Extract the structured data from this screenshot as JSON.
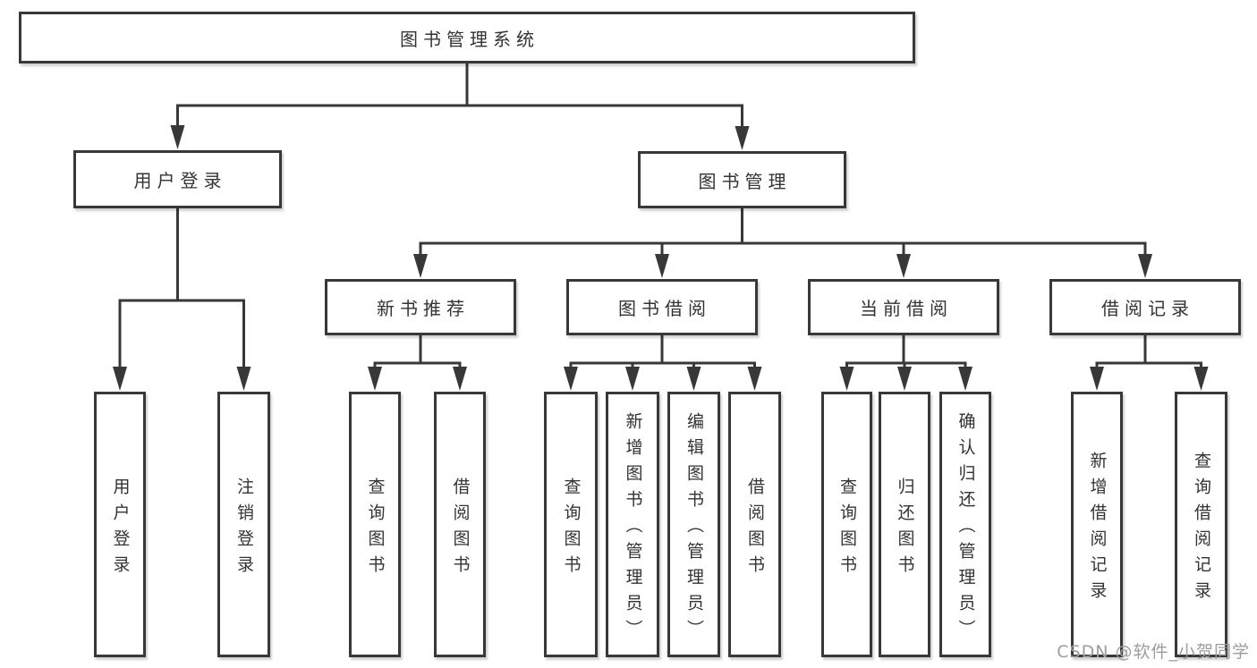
{
  "diagram": {
    "watermark": "CSDN @软件_小贺同学",
    "colors": {
      "line": "#383838",
      "box_border": "#383838",
      "box_fill": "#ffffff",
      "text": "#333333",
      "watermark_text": "#9d9d9d",
      "background": "#ffffff"
    },
    "root": {
      "id": "root",
      "label": "图书管理系统",
      "orientation": "horizontal",
      "children": [
        {
          "id": "user-login",
          "label": "用户登录",
          "orientation": "horizontal",
          "children": [
            {
              "id": "user-login-action",
              "label": "用户登录",
              "orientation": "vertical"
            },
            {
              "id": "logout-action",
              "label": "注销登录",
              "orientation": "vertical"
            }
          ]
        },
        {
          "id": "book-mgmt",
          "label": "图书管理",
          "orientation": "horizontal",
          "children": [
            {
              "id": "new-book-rec",
              "label": "新书推荐",
              "orientation": "horizontal",
              "children": [
                {
                  "id": "nbr-query-books",
                  "label": "查询图书",
                  "orientation": "vertical"
                },
                {
                  "id": "nbr-borrow-books",
                  "label": "借阅图书",
                  "orientation": "vertical"
                }
              ]
            },
            {
              "id": "book-borrowing",
              "label": "图书借阅",
              "orientation": "horizontal",
              "children": [
                {
                  "id": "bb-query-books",
                  "label": "查询图书",
                  "orientation": "vertical"
                },
                {
                  "id": "bb-add-books",
                  "label": "新增图书（管理员）",
                  "orientation": "vertical"
                },
                {
                  "id": "bb-edit-books",
                  "label": "编辑图书（管理员）",
                  "orientation": "vertical"
                },
                {
                  "id": "bb-borrow-books",
                  "label": "借阅图书",
                  "orientation": "vertical"
                }
              ]
            },
            {
              "id": "current-borrowing",
              "label": "当前借阅",
              "orientation": "horizontal",
              "children": [
                {
                  "id": "cb-query-books",
                  "label": "查询图书",
                  "orientation": "vertical"
                },
                {
                  "id": "cb-return-books",
                  "label": "归还图书",
                  "orientation": "vertical"
                },
                {
                  "id": "cb-confirm-return",
                  "label": "确认归还（管理员）",
                  "orientation": "vertical"
                }
              ]
            },
            {
              "id": "borrow-records",
              "label": "借阅记录",
              "orientation": "horizontal",
              "children": [
                {
                  "id": "br-add-record",
                  "label": "新增借阅记录",
                  "orientation": "vertical"
                },
                {
                  "id": "br-query-record",
                  "label": "查询借阅记录",
                  "orientation": "vertical"
                }
              ]
            }
          ]
        }
      ]
    }
  }
}
